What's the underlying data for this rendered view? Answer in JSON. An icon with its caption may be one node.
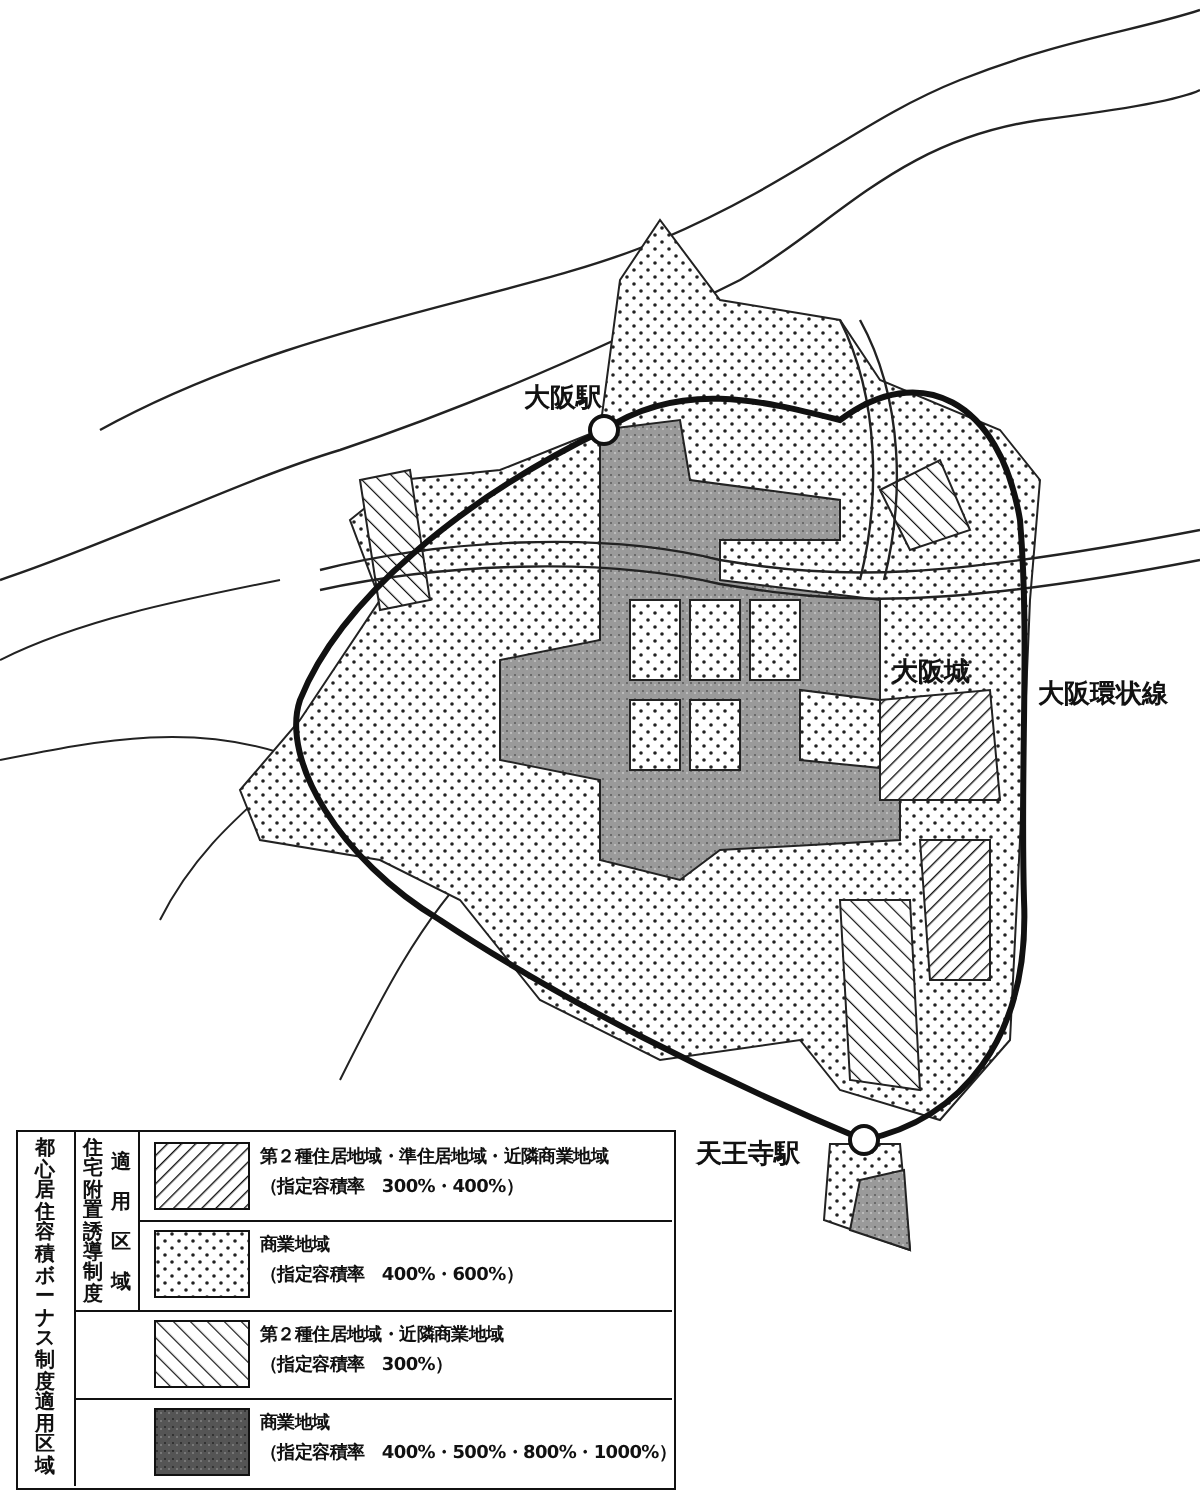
{
  "diagram": {
    "labels": [
      "大阪駅",
      "大阪城",
      "大阪環状線",
      "天王寺駅",
      "都心居住容積ボーナス制度適用区域",
      "住宅附置誘導制度",
      "適用区域"
    ],
    "legend": [
      {
        "text": "第２種住居地域・準住居地域・近隣商業地域（指定容積率　300%・400%）"
      },
      {
        "text": "商業地域（指定容積率　400%・600%）"
      },
      {
        "text": "第２種住居地域・近隣商業地域（指定容積率　300%）"
      },
      {
        "text": "商業地域（指定容積率　400%・500%・800%・1000%）"
      }
    ]
  }
}
